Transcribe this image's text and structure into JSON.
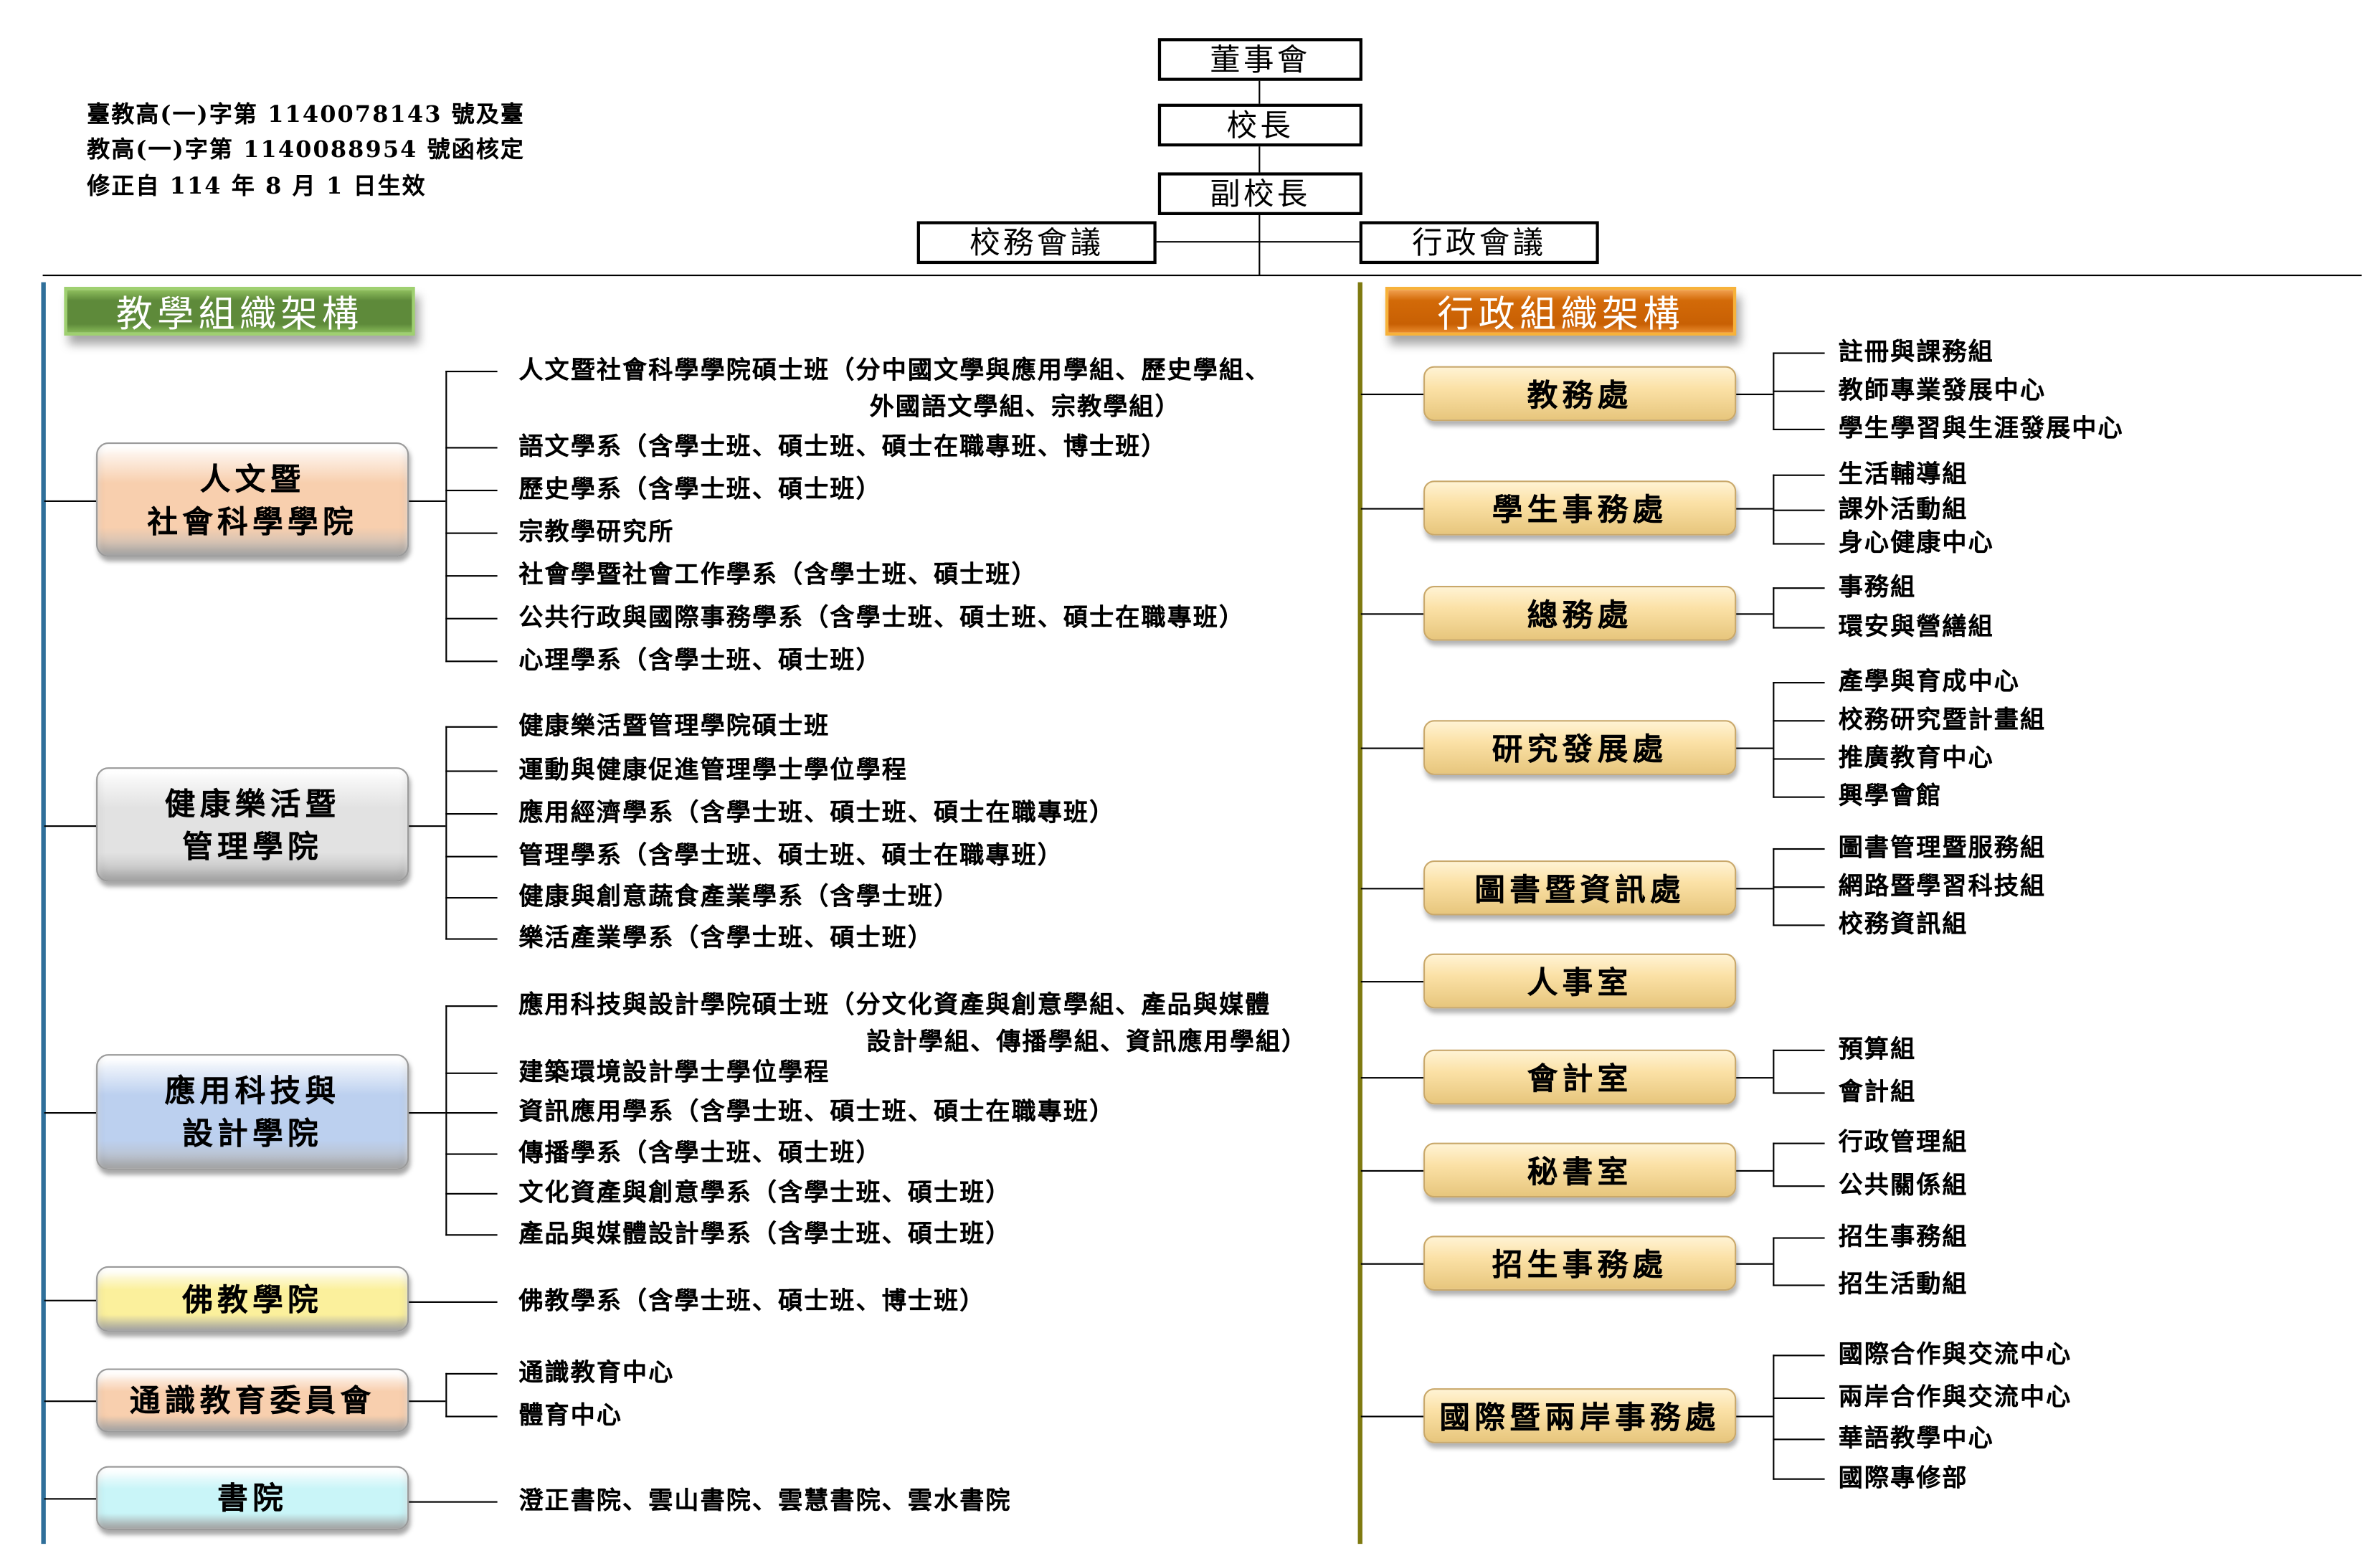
{
  "top": {
    "board": "董事會",
    "president": "校長",
    "vice_president": "副校長",
    "school_council": "校務會議",
    "admin_council": "行政會議"
  },
  "notes": [
    "臺教高(一)字第 1140078143 號及臺",
    "教高(一)字第 1140088954 號函核定",
    "修正自 114 年 8 月 1 日生效"
  ],
  "teaching": {
    "title": "教學組織架構",
    "colleges": [
      {
        "name_lines": [
          "人文暨",
          "社會科學學院"
        ],
        "color": "#f8cfae",
        "units": [
          {
            "lines": [
              "人文暨社會科學學院碩士班（分中國文學與應用學組、歷史學組、",
              "外國語文學組、宗教學組）"
            ]
          },
          {
            "lines": [
              "語文學系（含學士班、碩士班、碩士在職專班、博士班）"
            ]
          },
          {
            "lines": [
              "歷史學系（含學士班、碩士班）"
            ]
          },
          {
            "lines": [
              "宗教學研究所"
            ]
          },
          {
            "lines": [
              "社會學暨社會工作學系（含學士班、碩士班）"
            ]
          },
          {
            "lines": [
              "公共行政與國際事務學系（含學士班、碩士班、碩士在職專班）"
            ]
          },
          {
            "lines": [
              "心理學系（含學士班、碩士班）"
            ]
          }
        ]
      },
      {
        "name_lines": [
          "健康樂活暨",
          "管理學院"
        ],
        "color": "#e2e2e2",
        "units": [
          {
            "lines": [
              "健康樂活暨管理學院碩士班"
            ]
          },
          {
            "lines": [
              "運動與健康促進管理學士學位學程"
            ]
          },
          {
            "lines": [
              "應用經濟學系（含學士班、碩士班、碩士在職專班）"
            ]
          },
          {
            "lines": [
              "管理學系（含學士班、碩士班、碩士在職專班）"
            ]
          },
          {
            "lines": [
              "健康與創意蔬食產業學系（含學士班）"
            ]
          },
          {
            "lines": [
              "樂活產業學系（含學士班、碩士班）"
            ]
          }
        ]
      },
      {
        "name_lines": [
          "應用科技與",
          "設計學院"
        ],
        "color": "#bcd0ef",
        "units": [
          {
            "lines": [
              "應用科技與設計學院碩士班（分文化資產與創意學組、產品與媒體",
              "設計學組、傳播學組、資訊應用學組）"
            ]
          },
          {
            "lines": [
              "建築環境設計學士學位學程"
            ]
          },
          {
            "lines": [
              "資訊應用學系（含學士班、碩士班、碩士在職專班）"
            ]
          },
          {
            "lines": [
              "傳播學系（含學士班、碩士班）"
            ]
          },
          {
            "lines": [
              "文化資產與創意學系（含學士班、碩士班）"
            ]
          },
          {
            "lines": [
              "產品與媒體設計學系（含學士班、碩士班）"
            ]
          }
        ]
      },
      {
        "name_lines": [
          "佛教學院"
        ],
        "color": "#fbf09c",
        "units": [
          {
            "lines": [
              "佛教學系（含學士班、碩士班、博士班）"
            ]
          }
        ]
      },
      {
        "name_lines": [
          "通識教育委員會"
        ],
        "color": "#f8cfae",
        "units": [
          {
            "lines": [
              "通識教育中心"
            ]
          },
          {
            "lines": [
              "體育中心"
            ]
          }
        ]
      },
      {
        "name_lines": [
          "書院"
        ],
        "color": "#c9f5f8",
        "units": [
          {
            "lines": [
              "澄正書院、雲山書院、雲慧書院、雲水書院"
            ]
          }
        ]
      }
    ]
  },
  "admin": {
    "title": "行政組織架構",
    "offices": [
      {
        "name": "教務處",
        "units": [
          "註冊與課務組",
          "教師專業發展中心",
          "學生學習與生涯發展中心"
        ]
      },
      {
        "name": "學生事務處",
        "units": [
          "生活輔導組",
          "課外活動組",
          "身心健康中心"
        ]
      },
      {
        "name": "總務處",
        "units": [
          "事務組",
          "環安與營繕組"
        ]
      },
      {
        "name": "研究發展處",
        "units": [
          "產學與育成中心",
          "校務研究暨計畫組",
          "推廣教育中心",
          "興學會館"
        ]
      },
      {
        "name": "圖書暨資訊處",
        "units": [
          "圖書管理暨服務組",
          "網路暨學習科技組",
          "校務資訊組"
        ]
      },
      {
        "name": "人事室",
        "units": []
      },
      {
        "name": "會計室",
        "units": [
          "預算組",
          "會計組"
        ]
      },
      {
        "name": "秘書室",
        "units": [
          "行政管理組",
          "公共關係組"
        ]
      },
      {
        "name": "招生事務處",
        "units": [
          "招生事務組",
          "招生活動組"
        ]
      },
      {
        "name": "國際暨兩岸事務處",
        "units": [
          "國際合作與交流中心",
          "兩岸合作與交流中心",
          "華語教學中心",
          "國際專修部"
        ]
      }
    ]
  },
  "colors": {
    "teaching_header": "#5e8a3a",
    "admin_header": "#d36a08",
    "left_rule": "#2f6f9a",
    "right_rule": "#7f7a10"
  }
}
